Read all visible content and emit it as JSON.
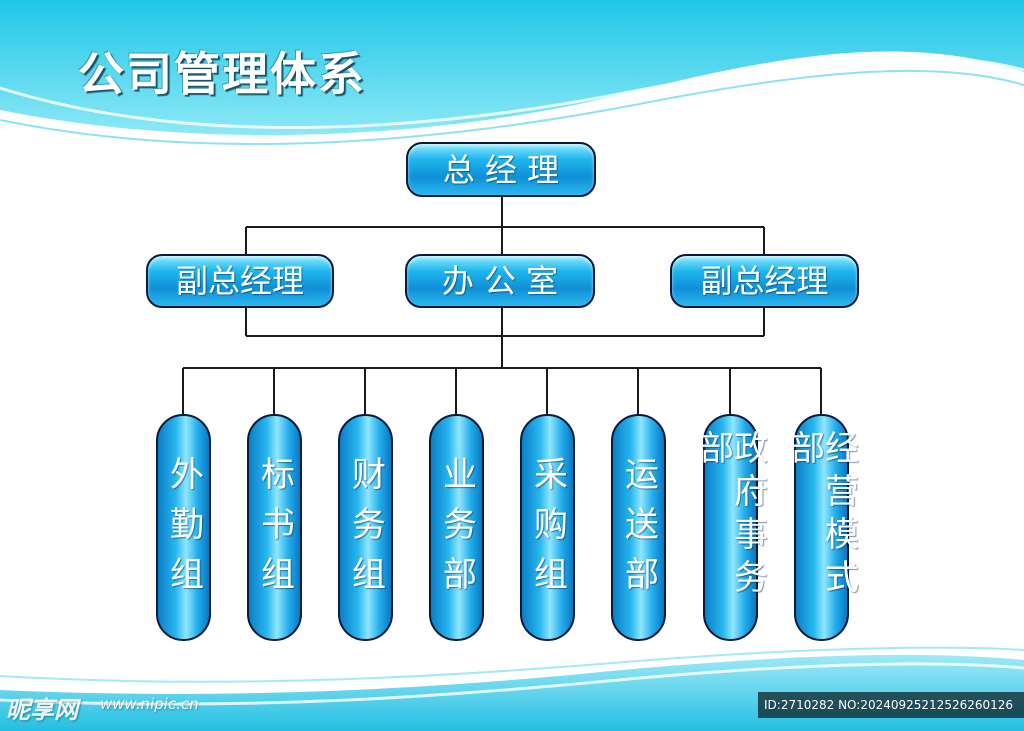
{
  "title": "公司管理体系",
  "top": {
    "label": "总 经 理"
  },
  "level2": [
    {
      "label": "副总经理"
    },
    {
      "label": "办 公 室"
    },
    {
      "label": "副总经理"
    }
  ],
  "departments": [
    {
      "label": "外勤组"
    },
    {
      "label": "标书组"
    },
    {
      "label": "财务组"
    },
    {
      "label": "业务部"
    },
    {
      "label": "采购组"
    },
    {
      "label": "运送部"
    },
    {
      "label": "政府事务部"
    },
    {
      "label": "经营模式部"
    }
  ],
  "watermark": {
    "logo": "昵享网",
    "url": "www.nipic.cn"
  },
  "image_id": "ID:2710282 NO:20240925212526260126",
  "colors": {
    "accent": "#1fb6ee",
    "border": "#0a1a3a",
    "background_top": "#1ec8e8"
  }
}
